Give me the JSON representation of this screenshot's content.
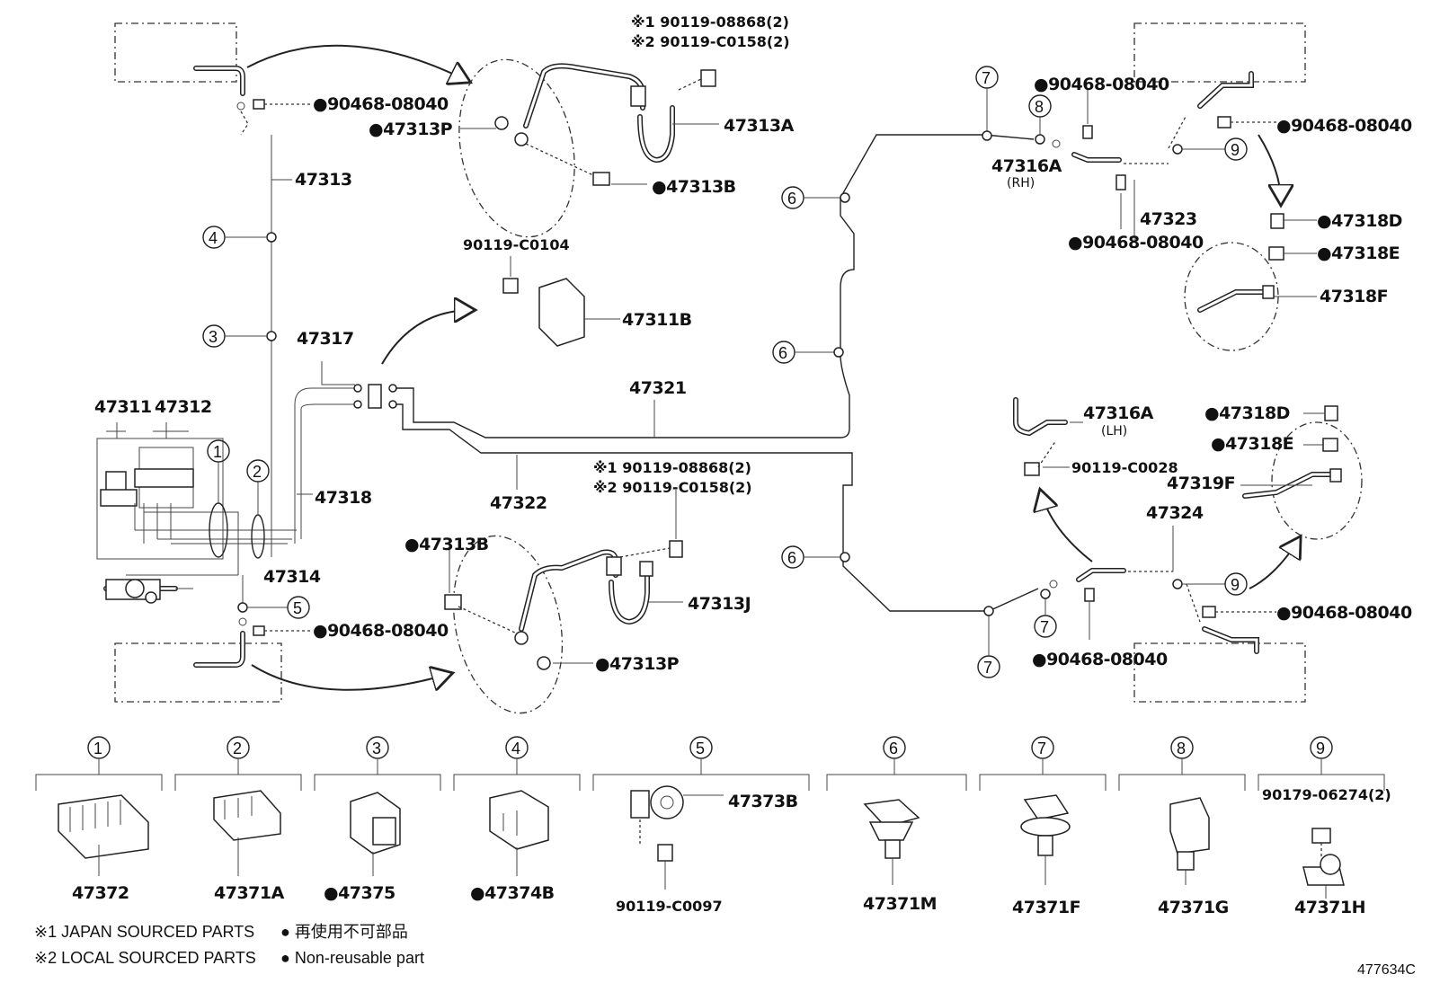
{
  "parts": {
    "p47313": "47313",
    "p47313A": "47313A",
    "p47313B_top": "●47313B",
    "p47313P_top": "●47313P",
    "p47311B": "47311B",
    "p90119_C0104": "90119-C0104",
    "p47317": "47317",
    "p47311": "47311",
    "p47312": "47312",
    "p47318": "47318",
    "p47314": "47314",
    "p47321": "47321",
    "p47322": "47322",
    "p47313B_bot": "●47313B",
    "p47313J": "47313J",
    "p47313P_bot": "●47313P",
    "p47316A_rh": "47316A",
    "rh": "(RH)",
    "p47323": "47323",
    "p47318D_top": "●47318D",
    "p47318E_top": "●47318E",
    "p47318F": "47318F",
    "p47316A_lh": "47316A",
    "lh": "(LH)",
    "p90119_C0028": "90119-C0028",
    "p47318D_bot": "●47318D",
    "p47318E_bot": "●47318E",
    "p47319F": "47319F",
    "p47324": "47324",
    "c1": "●90468-08040",
    "c2": "●90468-08040",
    "c3": "●90468-08040",
    "c4": "●90468-08040",
    "c5": "●90468-08040",
    "c6": "●90468-08040",
    "c7": "●90468-08040",
    "note_top_1": "※1 90119-08868(2)",
    "note_top_2": "※2 90119-C0158(2)",
    "note_bot_1": "※1 90119-08868(2)",
    "note_bot_2": "※2 90119-C0158(2)"
  },
  "refs": [
    "1",
    "2",
    "3",
    "4",
    "5",
    "6",
    "7",
    "8",
    "9"
  ],
  "bottom_parts": {
    "b1": "47372",
    "b2": "47371A",
    "b3": "●47375",
    "b4": "●47374B",
    "b5a": "47373B",
    "b5b": "90119-C0097",
    "b6": "47371M",
    "b7": "47371F",
    "b8": "47371G",
    "b9a": "90179-06274(2)",
    "b9b": "47371H"
  },
  "legend": {
    "japan": "※1 JAPAN SOURCED PARTS",
    "local": "※2 LOCAL SOURCED PARTS",
    "nonreuse_jp": "● 再使用不可部品",
    "nonreuse_en": "● Non-reusable part"
  },
  "diagram_id": "477634C"
}
